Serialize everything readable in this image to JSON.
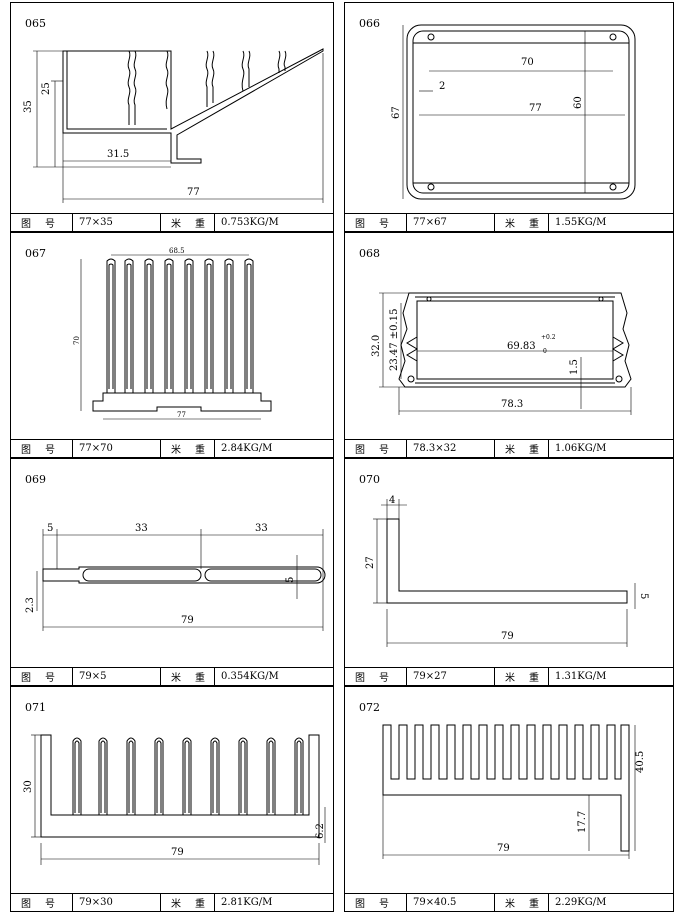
{
  "labels": {
    "drawing_no": "图号",
    "unit_weight": "米重"
  },
  "profiles": [
    {
      "id": "065",
      "size": "77×35",
      "weight": "0.753KG/M",
      "dims": [
        "35",
        "25",
        "31.5",
        "77"
      ]
    },
    {
      "id": "066",
      "size": "77×67",
      "weight": "1.55KG/M",
      "dims": [
        "70",
        "2",
        "77",
        "67",
        "60"
      ]
    },
    {
      "id": "067",
      "size": "77×70",
      "weight": "2.84KG/M",
      "dims": [
        "68.5",
        "70",
        "77"
      ]
    },
    {
      "id": "068",
      "size": "78.3×32",
      "weight": "1.06KG/M",
      "dims": [
        "32.0",
        "23.47 ±0.15",
        "69.83",
        "+0.2",
        "0",
        "1.5",
        "78.3"
      ]
    },
    {
      "id": "069",
      "size": "79×5",
      "weight": "0.354KG/M",
      "dims": [
        "5",
        "33",
        "33",
        "5",
        "2.3",
        "79"
      ]
    },
    {
      "id": "070",
      "size": "79×27",
      "weight": "1.31KG/M",
      "dims": [
        "4",
        "27",
        "5",
        "79"
      ]
    },
    {
      "id": "071",
      "size": "79×30",
      "weight": "2.81KG/M",
      "dims": [
        "30",
        "6.2",
        "79"
      ]
    },
    {
      "id": "072",
      "size": "79×40.5",
      "weight": "2.29KG/M",
      "dims": [
        "40.5",
        "17.7",
        "79"
      ]
    }
  ]
}
